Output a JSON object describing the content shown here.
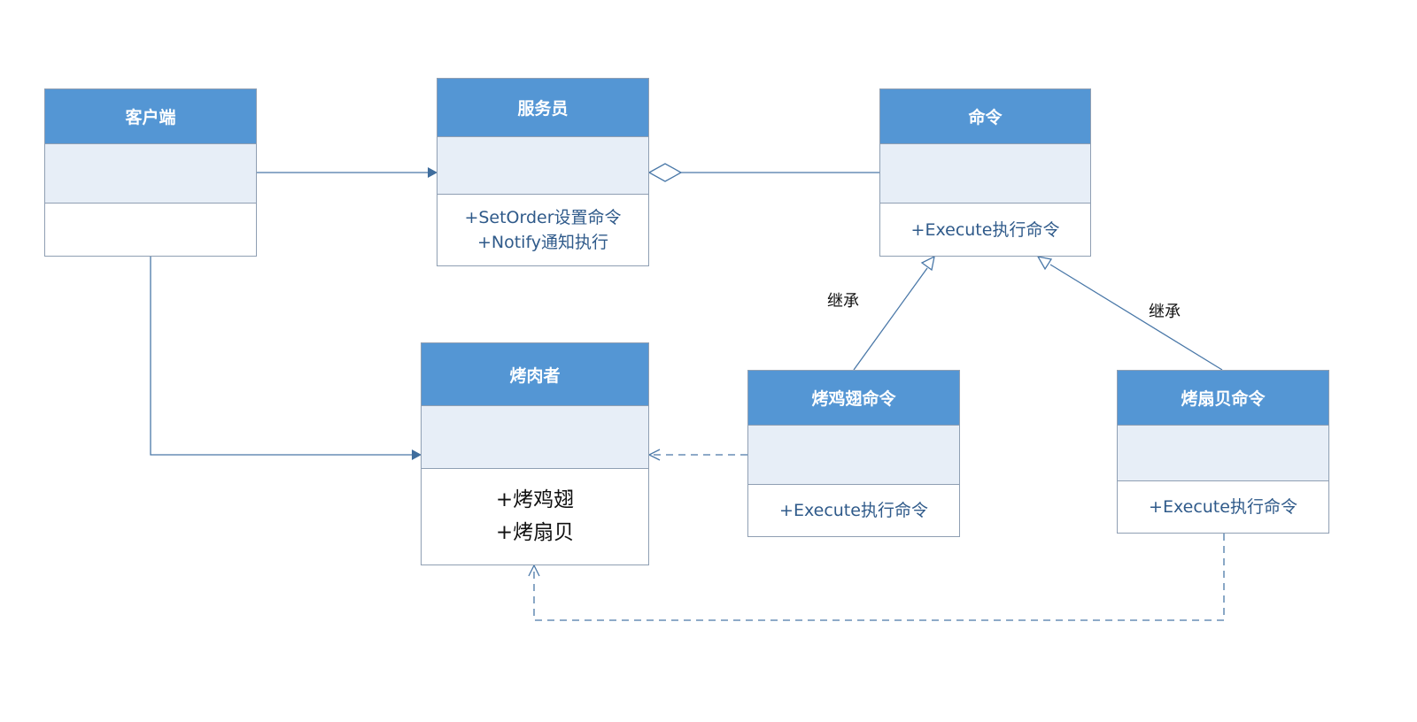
{
  "classes": {
    "client": {
      "name": "客户端",
      "operations": []
    },
    "waiter": {
      "name": "服务员",
      "operations": [
        "+SetOrder设置命令",
        "+Notify通知执行"
      ]
    },
    "command": {
      "name": "命令",
      "operations": [
        "+Execute执行命令"
      ]
    },
    "barbecuer": {
      "name": "烤肉者",
      "operations": [
        "+烤鸡翅",
        "+烤扇贝"
      ]
    },
    "wing_command": {
      "name": "烤鸡翅命令",
      "operations": [
        "+Execute执行命令"
      ]
    },
    "scallop_command": {
      "name": "烤扇贝命令",
      "operations": [
        "+Execute执行命令"
      ]
    }
  },
  "relations": {
    "inheritance_label_left": "继承",
    "inheritance_label_right": "继承"
  },
  "colors": {
    "header": "#5496d4",
    "attribute_band": "#e7eef7",
    "connector": "#4a78a8",
    "border": "#8f9fb3"
  }
}
